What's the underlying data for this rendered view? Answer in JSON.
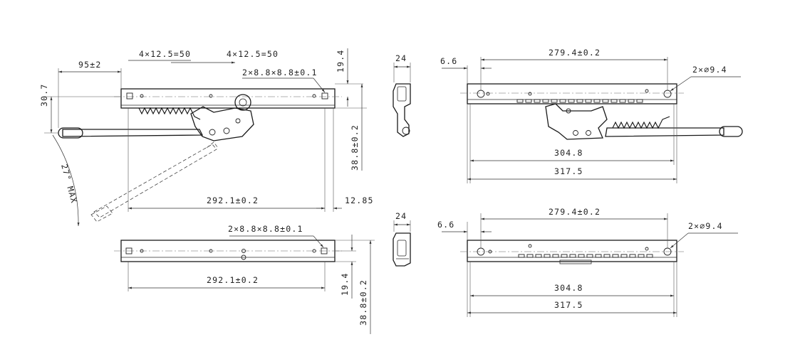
{
  "drawing": {
    "labels": {
      "tl_95": "95±2",
      "tl_pitch_left": "4×12.5=50",
      "tl_pitch_right": "4×12.5=50",
      "tl_h19": "19.4",
      "tl_h307": "30.7",
      "tl_slots": "2×8.8×8.8±0.1",
      "tl_h388": "38.8±0.2",
      "tl_angle": "27° MAX",
      "tl_2921": "292.1±0.2",
      "tl_1285": "12.85",
      "tc_24": "24",
      "tr_66": "6.6",
      "tr_2794": "279.4±0.2",
      "tr_dia": "2×∅9.4",
      "tr_3048": "304.8",
      "tr_3175": "317.5",
      "bl_slots": "2×8.8×8.8±0.1",
      "bl_2921": "292.1±0.2",
      "bl_194": "19.4",
      "bl_388": "38.8±0.2",
      "bc_24": "24",
      "br_66": "6.6",
      "br_2794": "279.4±0.2",
      "br_dia": "2×∅9.4",
      "br_3048": "304.8",
      "br_3175": "317.5"
    }
  }
}
